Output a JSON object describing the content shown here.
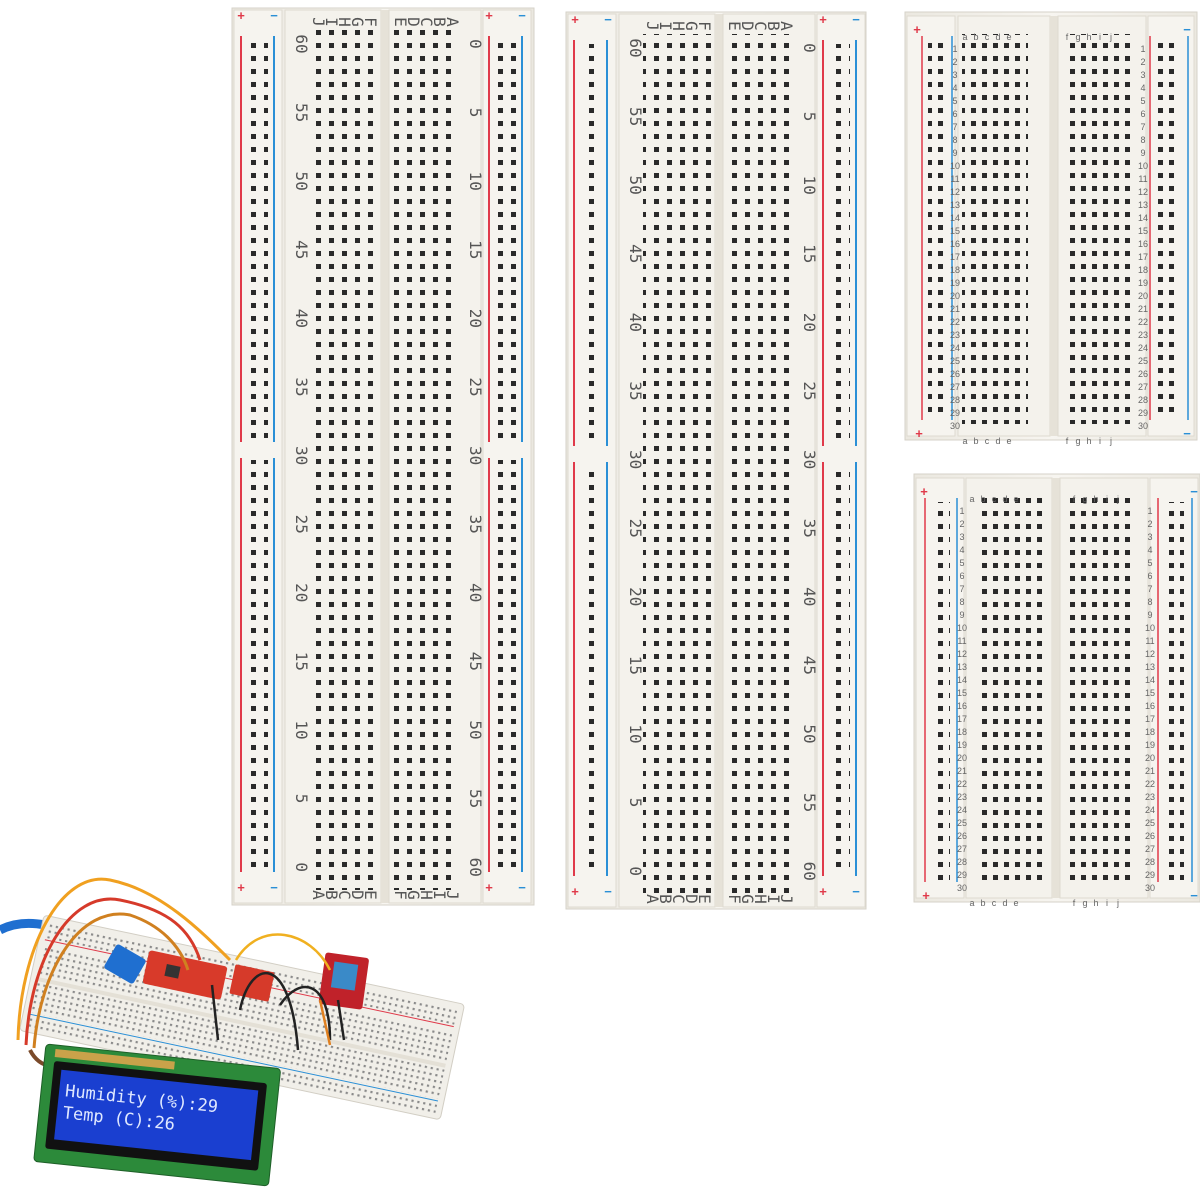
{
  "scene": {
    "description_free": true,
    "colors": {
      "board": "#f2f0ea",
      "board_edge": "#dcd8ce",
      "hole": "#222222",
      "rail_red": "#e03a4a",
      "rail_blue": "#2a8fd6",
      "lcd_bg": "#1a3fd0",
      "lcd_text": "#dfe8ff",
      "lcd_pcb": "#2c8a3a"
    }
  },
  "large_board_1": {
    "rail_signs": [
      "+",
      "−",
      "+",
      "−",
      "+",
      "−",
      "+",
      "−"
    ],
    "col_letters_top_left": [
      "J",
      "I",
      "H",
      "G",
      "F"
    ],
    "col_letters_top_right": [
      "E",
      "D",
      "C",
      "B",
      "A"
    ],
    "col_letters_bottom_left": [
      "A",
      "B",
      "C",
      "D",
      "E"
    ],
    "col_letters_bottom_right": [
      "F",
      "G",
      "H",
      "I",
      "J"
    ],
    "row_numbers_left": [
      "60",
      "55",
      "50",
      "45",
      "40",
      "35",
      "30",
      "25",
      "20",
      "15",
      "10",
      "5",
      "0"
    ],
    "row_numbers_right": [
      "0",
      "5",
      "10",
      "15",
      "20",
      "25",
      "30",
      "35",
      "40",
      "45",
      "50",
      "55",
      "60"
    ]
  },
  "large_board_2": {
    "rail_signs": [
      "+",
      "−",
      "+",
      "−",
      "+",
      "−",
      "+",
      "−"
    ],
    "col_letters_top_left": [
      "J",
      "I",
      "H",
      "G",
      "F"
    ],
    "col_letters_top_right": [
      "E",
      "D",
      "C",
      "B",
      "A"
    ],
    "col_letters_bottom_left": [
      "A",
      "B",
      "C",
      "D",
      "E"
    ],
    "col_letters_bottom_right": [
      "F",
      "G",
      "H",
      "I",
      "J"
    ],
    "row_numbers_left": [
      "60",
      "55",
      "50",
      "45",
      "40",
      "35",
      "30",
      "25",
      "20",
      "15",
      "10",
      "5",
      "0"
    ],
    "row_numbers_right": [
      "0",
      "5",
      "10",
      "15",
      "20",
      "25",
      "30",
      "35",
      "40",
      "45",
      "50",
      "55",
      "60"
    ]
  },
  "small_board_1": {
    "col_letters_left": [
      "a",
      "b",
      "c",
      "d",
      "e"
    ],
    "col_letters_right": [
      "f",
      "g",
      "h",
      "i",
      "j"
    ],
    "rows": [
      "1",
      "2",
      "3",
      "4",
      "5",
      "6",
      "7",
      "8",
      "9",
      "10",
      "11",
      "12",
      "13",
      "14",
      "15",
      "16",
      "17",
      "18",
      "19",
      "20",
      "21",
      "22",
      "23",
      "24",
      "25",
      "26",
      "27",
      "28",
      "29",
      "30"
    ],
    "rail_signs": [
      "+",
      "−",
      "+",
      "−"
    ]
  },
  "small_board_2": {
    "col_letters_left": [
      "a",
      "b",
      "c",
      "d",
      "e"
    ],
    "col_letters_right": [
      "f",
      "g",
      "h",
      "i",
      "j"
    ],
    "rows": [
      "1",
      "2",
      "3",
      "4",
      "5",
      "6",
      "7",
      "8",
      "9",
      "10",
      "11",
      "12",
      "13",
      "14",
      "15",
      "16",
      "17",
      "18",
      "19",
      "20",
      "21",
      "22",
      "23",
      "24",
      "25",
      "26",
      "27",
      "28",
      "29",
      "30"
    ],
    "rail_signs": [
      "+",
      "−",
      "+",
      "−"
    ]
  },
  "demo_circuit": {
    "lcd_line_1": "Humidity (%):29",
    "lcd_line_2": "Temp (C):26"
  }
}
